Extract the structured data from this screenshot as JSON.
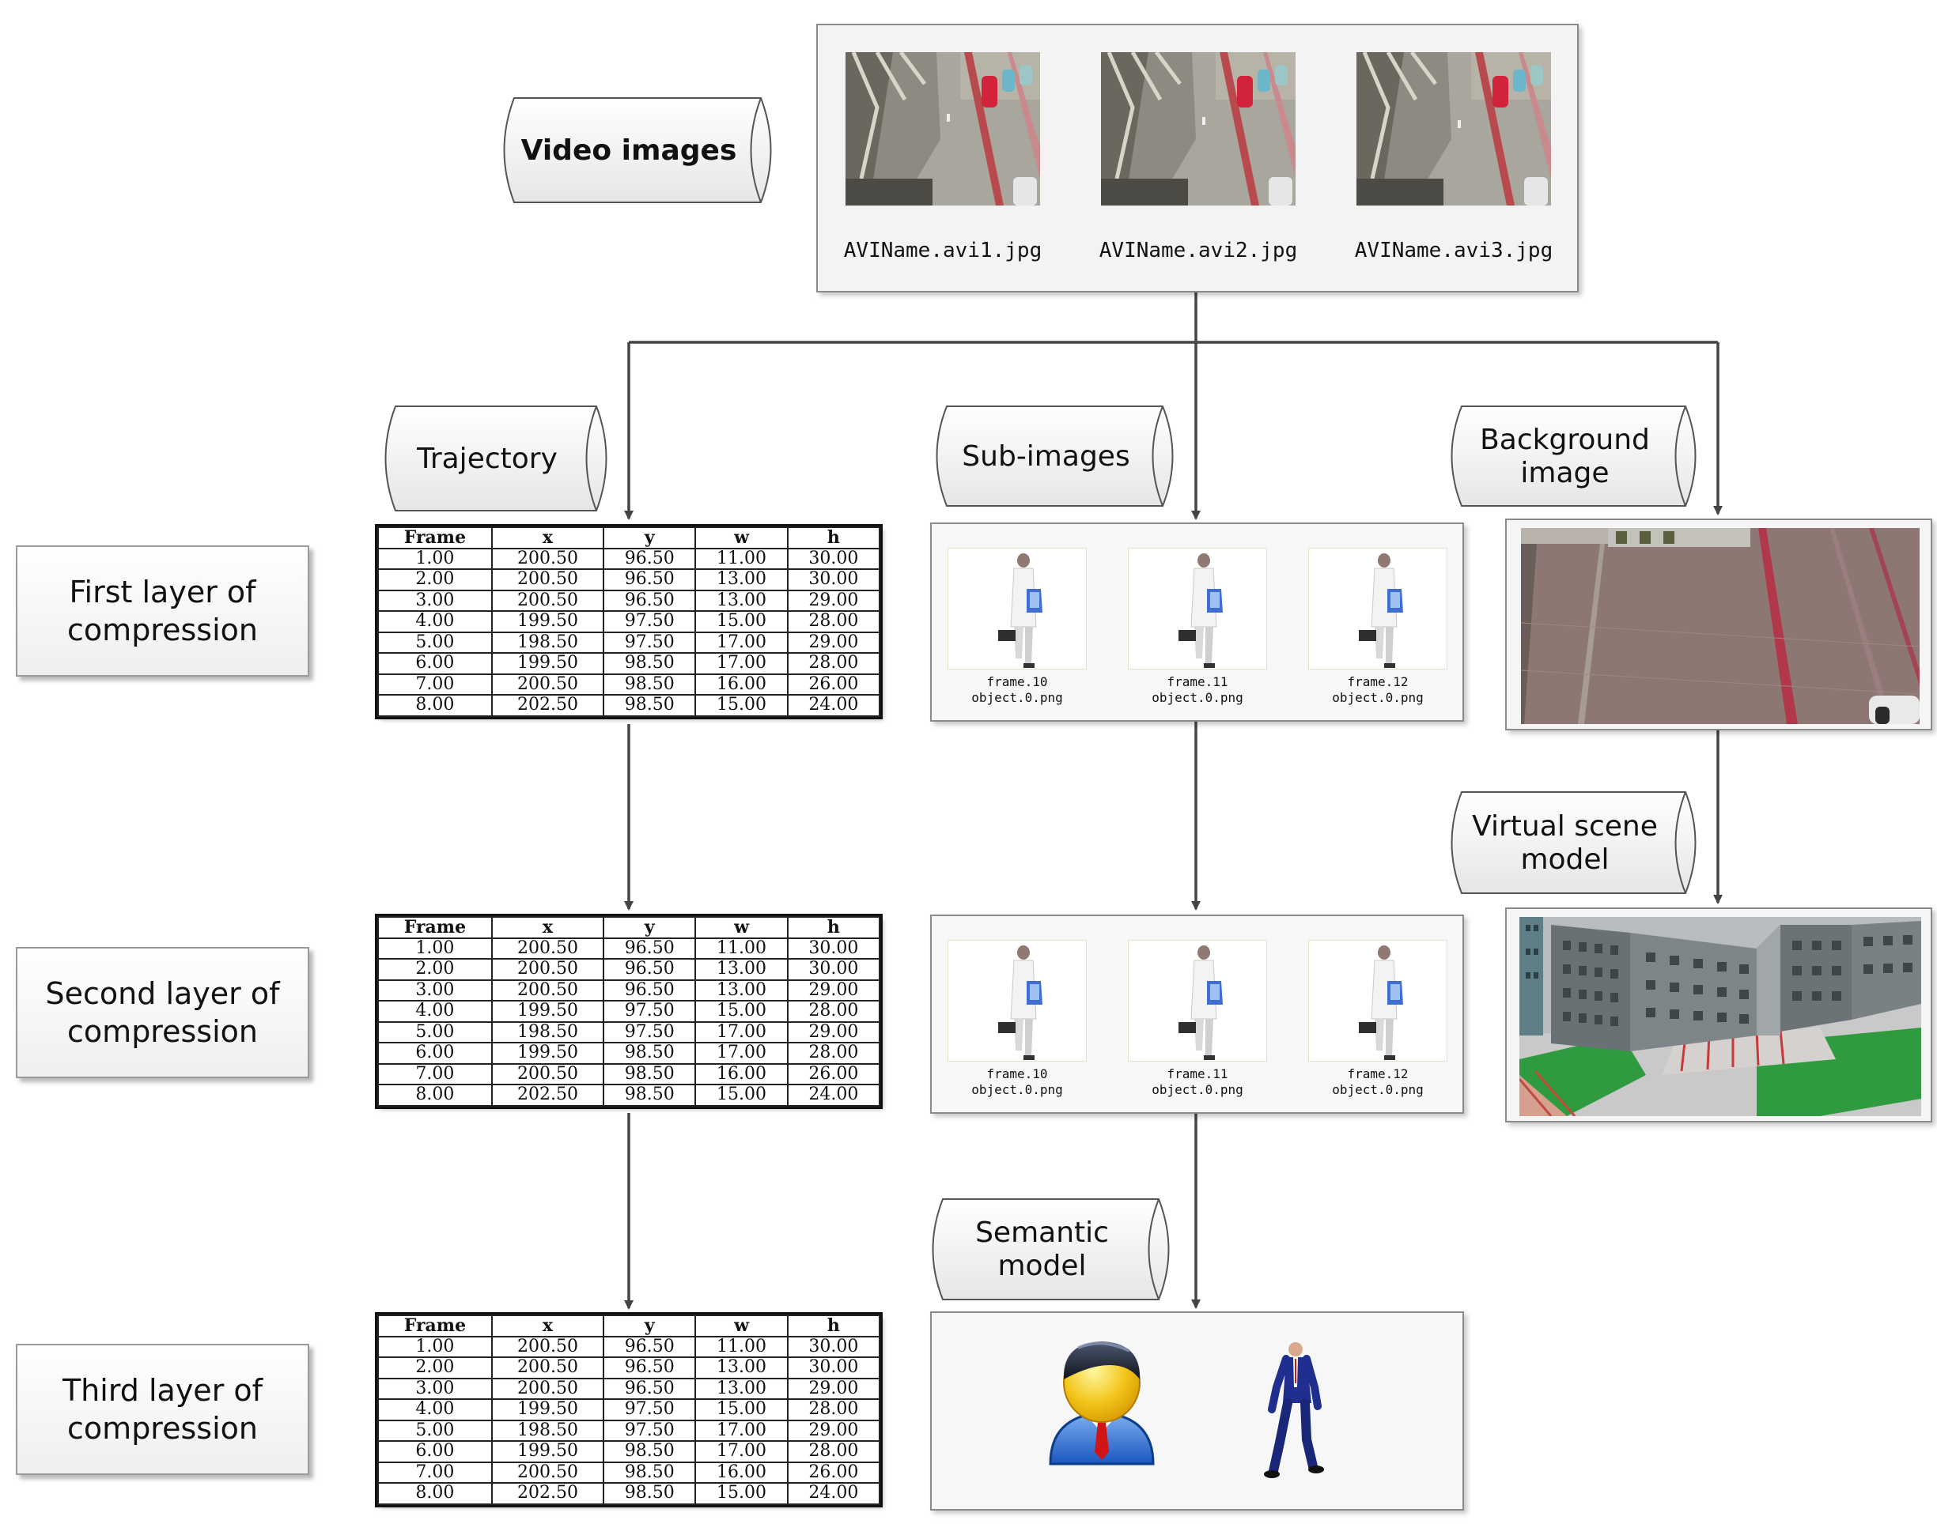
{
  "cylinders": {
    "video_images": "Video images",
    "trajectory": "Trajectory",
    "sub_images": "Sub-images",
    "background_image": "Background\nimage",
    "virtual_scene_model": "Virtual scene\nmodel",
    "semantic_model": "Semantic\nmodel"
  },
  "layers": {
    "first": "First layer of\ncompression",
    "second": "Second layer of\ncompression",
    "third": "Third layer of\ncompression"
  },
  "video_frames": [
    "AVIName.avi1.jpg",
    "AVIName.avi2.jpg",
    "AVIName.avi3.jpg"
  ],
  "sub_image_labels": [
    [
      "frame.10",
      "object.0.png"
    ],
    [
      "frame.11",
      "object.0.png"
    ],
    [
      "frame.12",
      "object.0.png"
    ]
  ],
  "trajectory_table": {
    "headers": [
      "Frame",
      "x",
      "y",
      "w",
      "h"
    ],
    "rows": [
      [
        "1.00",
        "200.50",
        "96.50",
        "11.00",
        "30.00"
      ],
      [
        "2.00",
        "200.50",
        "96.50",
        "13.00",
        "30.00"
      ],
      [
        "3.00",
        "200.50",
        "96.50",
        "13.00",
        "29.00"
      ],
      [
        "4.00",
        "199.50",
        "97.50",
        "15.00",
        "28.00"
      ],
      [
        "5.00",
        "198.50",
        "97.50",
        "17.00",
        "29.00"
      ],
      [
        "6.00",
        "199.50",
        "98.50",
        "17.00",
        "28.00"
      ],
      [
        "7.00",
        "200.50",
        "98.50",
        "16.00",
        "26.00"
      ],
      [
        "8.00",
        "202.50",
        "98.50",
        "15.00",
        "24.00"
      ]
    ]
  },
  "colors": {
    "arrow": "#444444",
    "box_border": "#9a9a9a",
    "panel_bg": "#f7f7f7"
  },
  "icons": [
    "street-camera-frame",
    "walking-person-cutout",
    "parking-lot-background",
    "3d-building-model",
    "user-avatar-icon",
    "3d-walking-man"
  ]
}
